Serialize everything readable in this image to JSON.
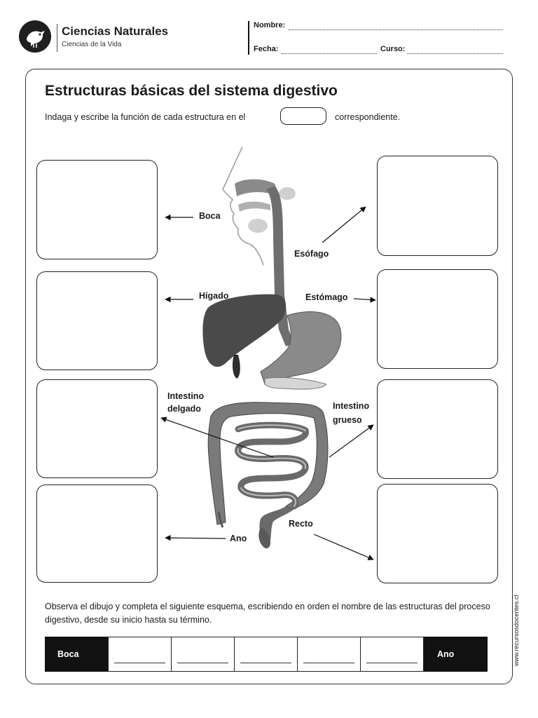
{
  "header": {
    "brand_title": "Ciencias Naturales",
    "brand_subtitle": "Ciencias de la Vida",
    "name_label": "Nombre:",
    "date_label": "Fecha:",
    "course_label": "Curso:"
  },
  "worksheet": {
    "title": "Estructuras básicas del sistema digestivo",
    "instruction_before": "Indaga y escribe la función de cada estructura en el",
    "instruction_after": "correspondiente."
  },
  "diagram_labels": {
    "boca": "Boca",
    "esofago": "Esófago",
    "higado": "Hígado",
    "estomago": "Estómago",
    "intestino_delgado_1": "Intestino",
    "intestino_delgado_2": "delgado",
    "intestino_grueso_1": "Intestino",
    "intestino_grueso_2": "grueso",
    "recto": "Recto",
    "ano": "Ano"
  },
  "sequence": {
    "instruction": "Observa el dibujo y completa el siguiente esquema, escribiendo en orden el nombre de las estructuras del proceso digestivo, desde su inicio hasta su término.",
    "start": "Boca",
    "end": "Ano",
    "blank_count": 5
  },
  "side_text": "www.recursosdocentes.cl",
  "colors": {
    "ink": "#1a1a1a",
    "organ_dark": "#4a4a4a",
    "organ_mid": "#8a8a8a",
    "organ_light": "#bdbdbd"
  }
}
